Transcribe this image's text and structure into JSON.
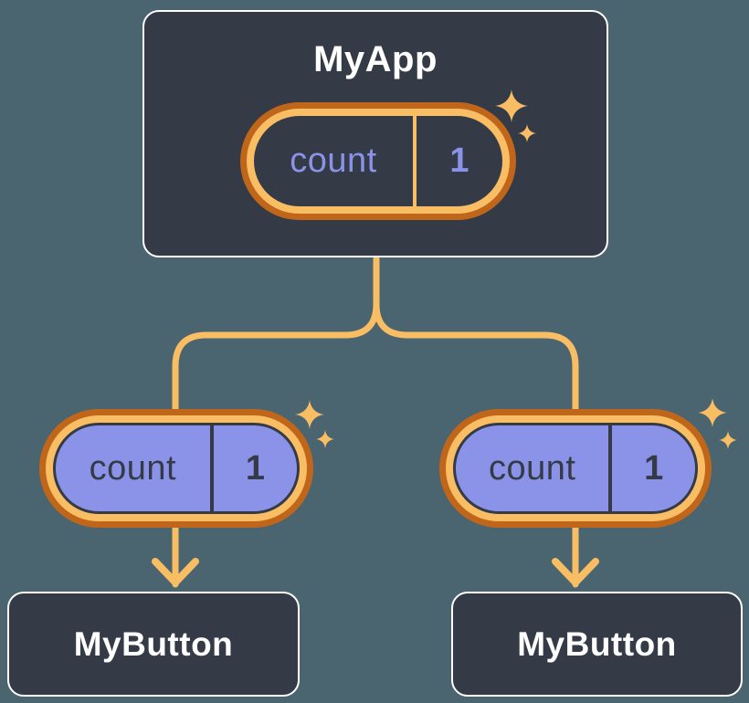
{
  "diagram": {
    "description": "React state passed down from parent to children",
    "root": {
      "title": "MyApp",
      "state": {
        "name": "count",
        "value": "1"
      }
    },
    "children": [
      {
        "title": "MyButton",
        "state": {
          "name": "count",
          "value": "1"
        }
      },
      {
        "title": "MyButton",
        "state": {
          "name": "count",
          "value": "1"
        }
      }
    ],
    "icons": {
      "sparkle": "4-point-star"
    },
    "colors": {
      "background": "#4b6570",
      "node_fill": "#343a46",
      "node_border": "#ffffff",
      "node_text": "#ffffff",
      "line_orange": "#f9bd64",
      "ring_dark_orange": "#c0661a",
      "state_purple": "#8b93e8",
      "state_text_dark": "#343a46"
    }
  }
}
